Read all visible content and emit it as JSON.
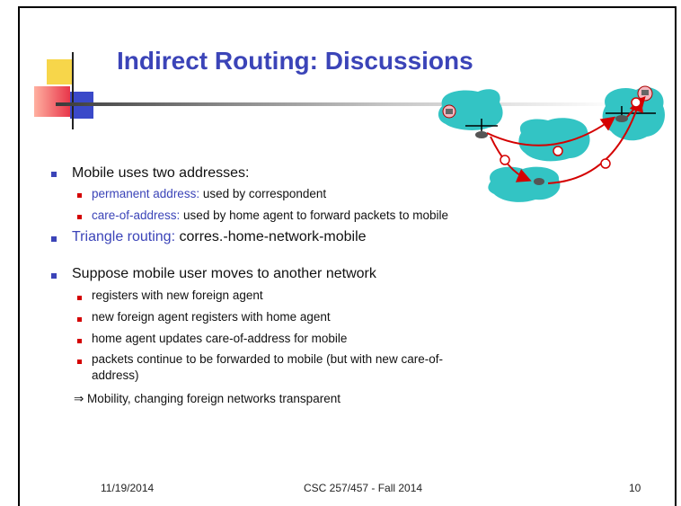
{
  "slide": {
    "title": "Indirect Routing: Discussions",
    "items": {
      "b1": "Mobile uses two addresses:",
      "s1a_term": "permanent address:",
      "s1a_rest": " used by correspondent",
      "s1b_term": "care-of-address:",
      "s1b_rest": " used by home agent to forward packets to mobile",
      "b2_term": "Triangle routing:",
      "b2_rest": " corres.-home-network-mobile",
      "b3": "Suppose mobile user moves to another network",
      "s3a": "registers with new foreign agent",
      "s3b": "new foreign agent registers with home agent",
      "s3c": "home agent updates care-of-address for mobile",
      "s3d_line1": "packets continue to be forwarded to mobile (but with new care-of-",
      "s3d_line2": "address)",
      "conclusion": "⇒ Mobility, changing foreign networks transparent"
    },
    "footer": {
      "date": "11/19/2014",
      "course": "CSC 257/457 - Fall 2014",
      "page": "10"
    },
    "colors": {
      "title": "#3b44b8",
      "cloud": "#33c4c4",
      "arrow": "#d40000",
      "bullet_l1": "#3b44b8",
      "bullet_l2": "#d40000"
    }
  }
}
